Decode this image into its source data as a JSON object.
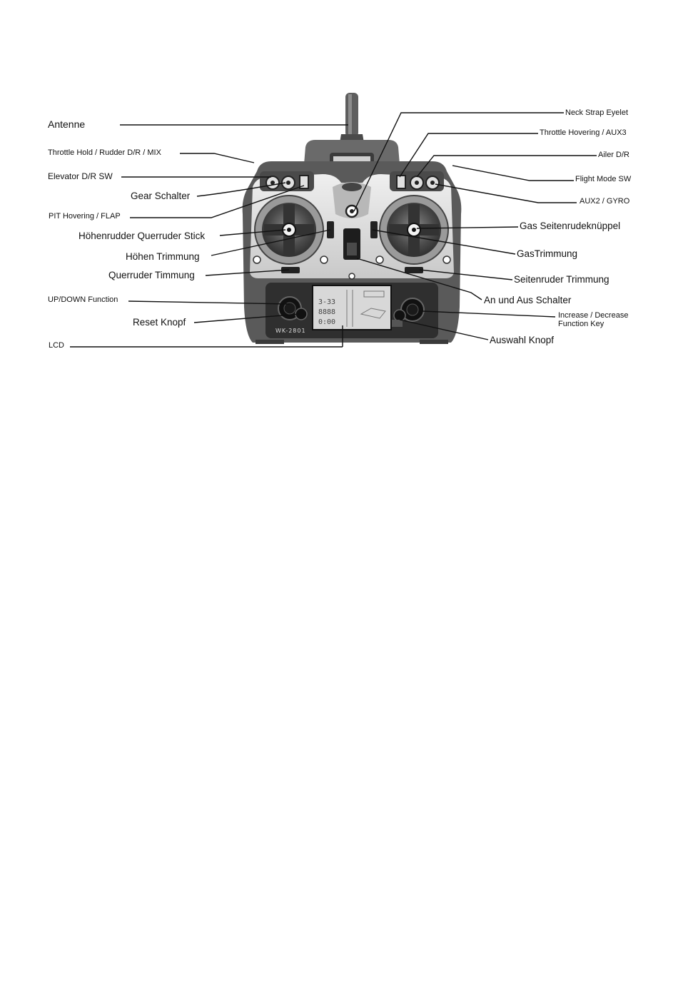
{
  "labels": {
    "antenne": "Antenne",
    "throttle_hold": "Throttle Hold / Rudder D/R / MIX",
    "elevator_dr": "Elevator D/R SW",
    "gear": "Gear Schalter",
    "pit_hovering": "PIT Hovering / FLAP",
    "hoehen_quer_stick": "Höhenrudder Querruder Stick",
    "hoehen_trimmung": "Höhen Trimmung",
    "querruder_timmung": "Querruder Timmung",
    "up_down": "UP/DOWN Function",
    "reset": "Reset Knopf",
    "lcd": "LCD",
    "neck_strap": "Neck Strap Eyelet",
    "throttle_hovering": "Throttle Hovering / AUX3",
    "ailer_dr": "Ailer D/R",
    "flight_mode": "Flight Mode SW",
    "aux2_gyro": "AUX2 / GYRO",
    "gas_stick": "Gas Seitenrudeknüppel",
    "gas_trimmung": "GasTrimmung",
    "seitenruder_trimmung": "Seitenruder Trimmung",
    "an_aus": "An und Aus Schalter",
    "inc_dec_1": "Increase / Decrease",
    "inc_dec_2": "Function Key",
    "auswahl": "Auswahl Knopf"
  },
  "device": {
    "model": "WK-2801"
  },
  "colors": {
    "body_dark": "#5a5a5a",
    "panel_light": "#d9d9d9",
    "line": "#111111"
  }
}
